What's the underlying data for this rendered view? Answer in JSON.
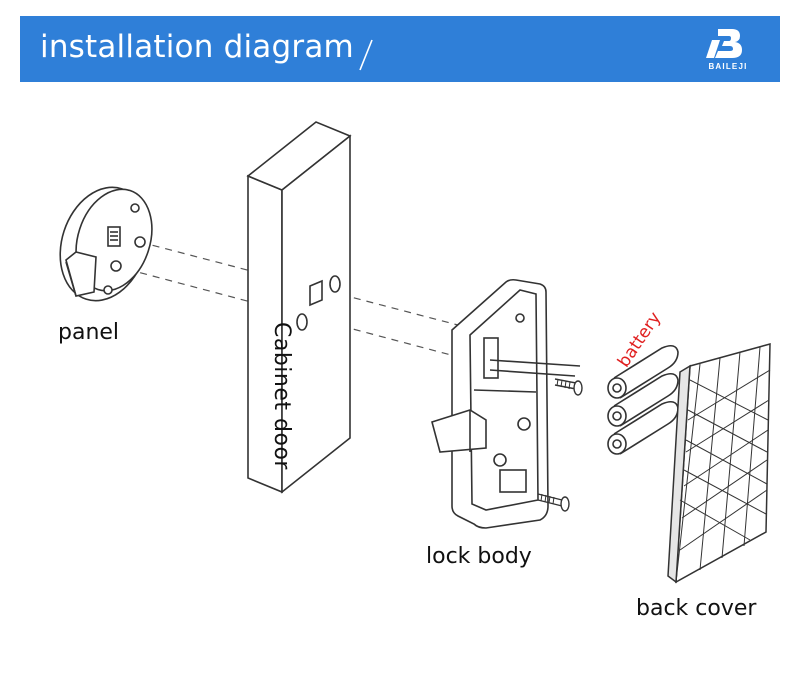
{
  "header": {
    "title": "installation diagram",
    "brand_name": "BAILEJI",
    "background_color": "#2f7fd8"
  },
  "labels": {
    "panel": "panel",
    "cabinet_door": "Cabinet door",
    "lock_body": "lock body",
    "battery": "battery",
    "back_cover": "back cover"
  },
  "colors": {
    "battery_label": "#e02020",
    "line_art": "#333333"
  },
  "icons": [
    "brand-logo-icon"
  ]
}
